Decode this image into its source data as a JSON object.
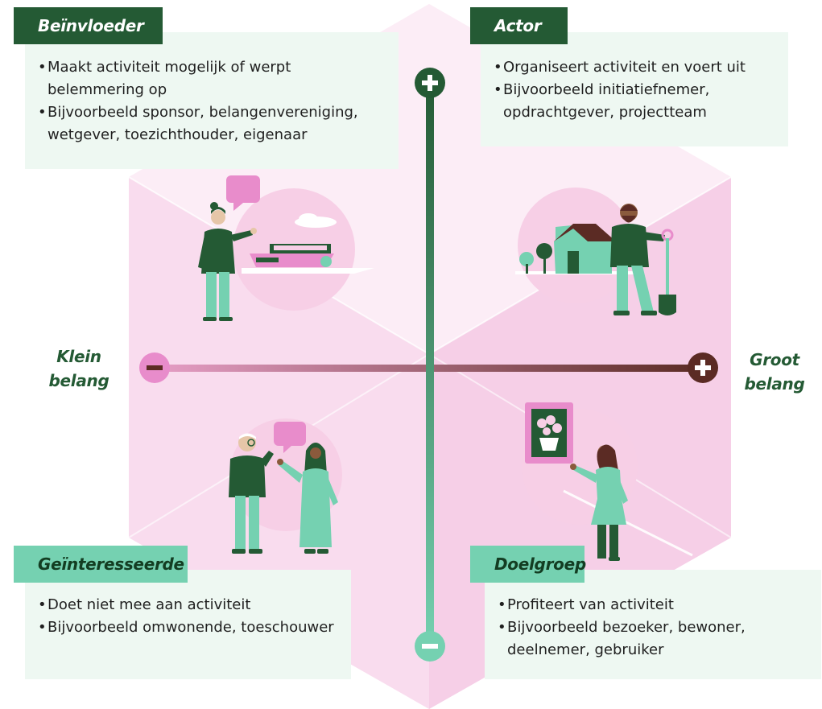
{
  "axes": {
    "horizontal": {
      "low_label_line1": "Klein",
      "low_label_line2": "belang",
      "high_label_line1": "Groot",
      "high_label_line2": "belang",
      "low_symbol": "minus-icon",
      "high_symbol": "plus-icon",
      "gradient_from": "#e8a0c8",
      "gradient_to": "#5b2b24"
    },
    "vertical": {
      "high_symbol": "plus-icon",
      "low_symbol": "minus-icon",
      "gradient_from": "#245a34",
      "gradient_to": "#75d1b1"
    }
  },
  "quadrants": {
    "top_left": {
      "title": "Beïnvloeder",
      "bullets": [
        "Maakt activiteit mogelijk of werpt belemmering op",
        "Bijvoorbeeld sponsor, belangenvereniging, wetgever, toezichthouder, eigenaar"
      ]
    },
    "top_right": {
      "title": "Actor",
      "bullets": [
        "Organiseert activiteit en voert uit",
        "Bijvoorbeeld initiatiefnemer, opdrachtgever, projectteam"
      ]
    },
    "bottom_left": {
      "title": "Geïnteresseerde",
      "bullets": [
        "Doet niet mee aan activiteit",
        "Bijvoorbeeld omwonende, toeschouwer"
      ]
    },
    "bottom_right": {
      "title": "Doelgroep",
      "bullets": [
        "Profiteert van activiteit",
        "Bijvoorbeeld bezoeker, bewoner, deelnemer, gebruiker"
      ]
    }
  },
  "colors": {
    "dark_green": "#245a34",
    "mint": "#75d1b1",
    "pink": "#e88ccb",
    "light_pink": "#fbe6f3",
    "card_bg": "#eef8f2"
  }
}
